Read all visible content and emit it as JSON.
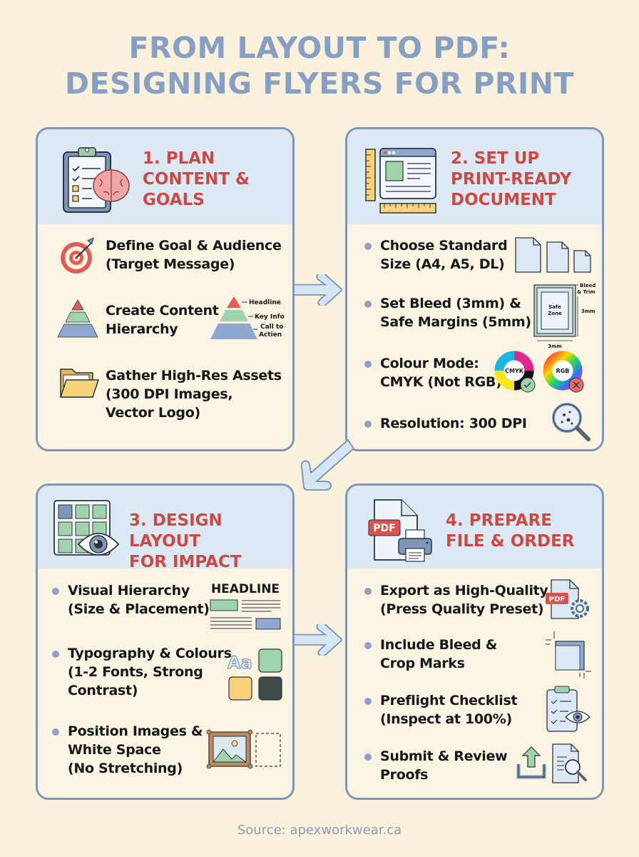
{
  "title": {
    "line1": "FROM LAYOUT TO PDF:",
    "line2": "DESIGNING FLYERS FOR PRINT"
  },
  "colors": {
    "background": "#f9f1dc",
    "title": "#869fc2",
    "panel_header": "#dce8f4",
    "panel_border": "#7f97b7",
    "step_title": "#c94a45",
    "bullet": "#8ca3c3"
  },
  "steps": [
    {
      "title_lines": [
        "1. PLAN",
        "CONTENT &",
        "GOALS"
      ],
      "icon": "clipboard-brain-icon",
      "items": [
        {
          "lines": [
            "Define Goal & Audience",
            "(Target Message)"
          ],
          "icon": "target-icon"
        },
        {
          "lines": [
            "Create Content",
            "Hierarchy"
          ],
          "icon": "pyramid-icon",
          "diagram_labels": [
            "Headline",
            "Key Info",
            "Call to",
            "Actien"
          ]
        },
        {
          "lines": [
            "Gather High-Res Assets",
            "(300 DPI Images,",
            "Vector Logo)"
          ],
          "icon": "folder-icon"
        }
      ]
    },
    {
      "title_lines": [
        "2. SET UP",
        "PRINT-READY",
        "DOCUMENT"
      ],
      "icon": "document-ruler-icon",
      "items": [
        {
          "lines": [
            "Choose Standard",
            "Size (A4, A5, DL)"
          ],
          "icon": "paper-sizes-icon"
        },
        {
          "lines": [
            "Set Bleed (3mm) &",
            "Safe Margins (5mm)"
          ],
          "icon": "bleed-diagram-icon",
          "diagram_labels": [
            "Bleed",
            "& Trim",
            "Safe",
            "Zone",
            "3mm",
            "3mm"
          ]
        },
        {
          "lines": [
            "Colour Mode:",
            "CMYK (Not RGB)"
          ],
          "icon": "color-wheel-icon",
          "diagram_labels": [
            "CMYK",
            "RGB"
          ]
        },
        {
          "lines": [
            "Resolution: 300 DPI"
          ],
          "icon": "magnifier-icon"
        }
      ]
    },
    {
      "title_lines": [
        "3. DESIGN LAYOUT",
        "FOR IMPACT"
      ],
      "icon": "grid-eye-icon",
      "items": [
        {
          "lines": [
            "Visual Hierarchy",
            "(Size & Placement)"
          ],
          "icon": "headline-layout-icon",
          "diagram_labels": [
            "HEADLINE"
          ]
        },
        {
          "lines": [
            "Typography & Colours",
            "(1-2 Fonts, Strong",
            "Contrast)"
          ],
          "icon": "swatches-icon",
          "diagram_labels": [
            "Aa"
          ]
        },
        {
          "lines": [
            "Position Images &",
            "White Space",
            "(No Stretching)"
          ],
          "icon": "picture-frame-icon"
        }
      ]
    },
    {
      "title_lines": [
        "4. PREPARE",
        "FILE & ORDER"
      ],
      "icon": "pdf-printer-icon",
      "icon_label": "PDF",
      "items": [
        {
          "lines": [
            "Export as High-Quality",
            "(Press Quality Preset)"
          ],
          "icon": "pdf-gear-icon",
          "diagram_labels": [
            "PDF"
          ]
        },
        {
          "lines": [
            "Include Bleed &",
            "Crop Marks"
          ],
          "icon": "crop-marks-icon"
        },
        {
          "lines": [
            "Preflight Checklist",
            "(Inspect at 100%)"
          ],
          "icon": "checklist-eye-icon"
        },
        {
          "lines": [
            "Submit & Review",
            "Proofs"
          ],
          "icon": "upload-review-icon"
        }
      ]
    }
  ],
  "source": "Source: apexworkwear.ca"
}
